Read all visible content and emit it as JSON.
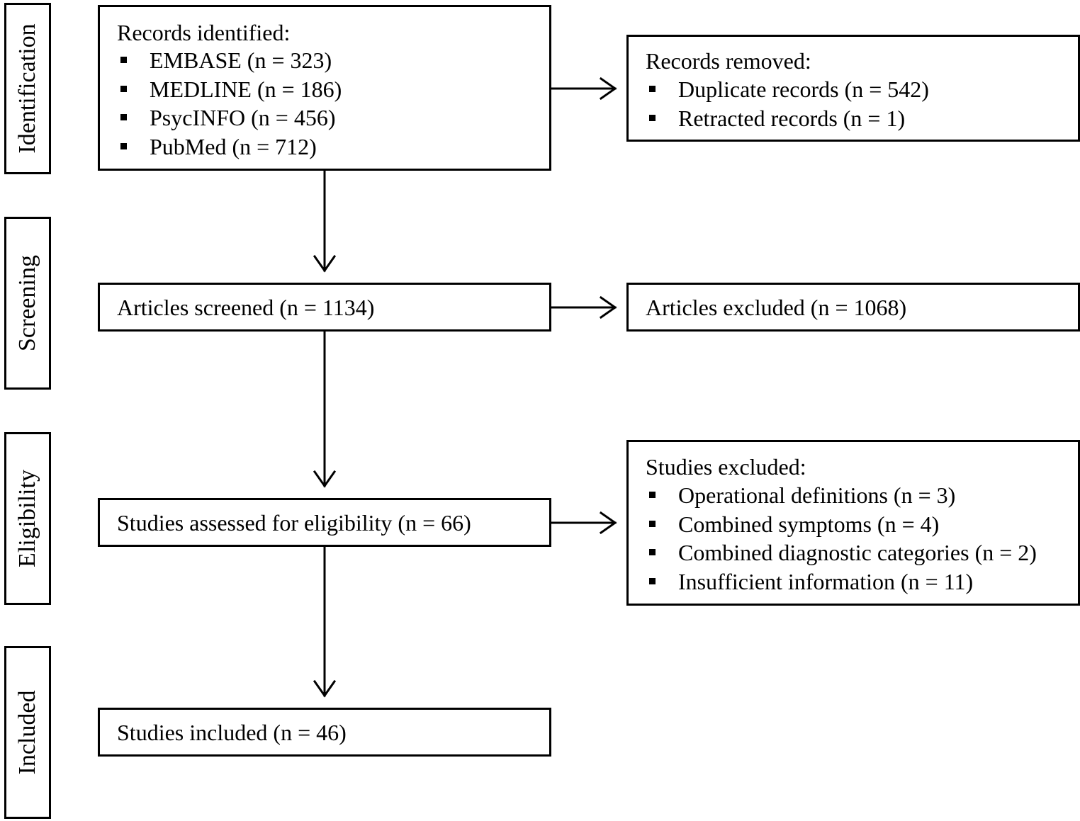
{
  "stages": {
    "identification": "Identification",
    "screening": "Screening",
    "eligibility": "Eligibility",
    "included": "Included"
  },
  "records_identified": {
    "title": "Records identified:",
    "items": [
      "EMBASE (n = 323)",
      "MEDLINE (n = 186)",
      "PsycINFO (n = 456)",
      "PubMed (n = 712)"
    ]
  },
  "records_removed": {
    "title": "Records removed:",
    "items": [
      "Duplicate records (n = 542)",
      "Retracted records (n = 1)"
    ]
  },
  "articles_screened": "Articles screened (n = 1134)",
  "articles_excluded": "Articles excluded (n = 1068)",
  "studies_assessed": "Studies assessed for eligibility (n = 66)",
  "studies_excluded": {
    "title": "Studies excluded:",
    "items": [
      "Operational definitions (n = 3)",
      "Combined symptoms (n = 4)",
      "Combined diagnostic categories (n = 2)",
      "Insufficient information (n = 11)"
    ]
  },
  "studies_included": "Studies included  (n = 46)",
  "colors": {
    "line": "#000000",
    "background": "#ffffff"
  }
}
